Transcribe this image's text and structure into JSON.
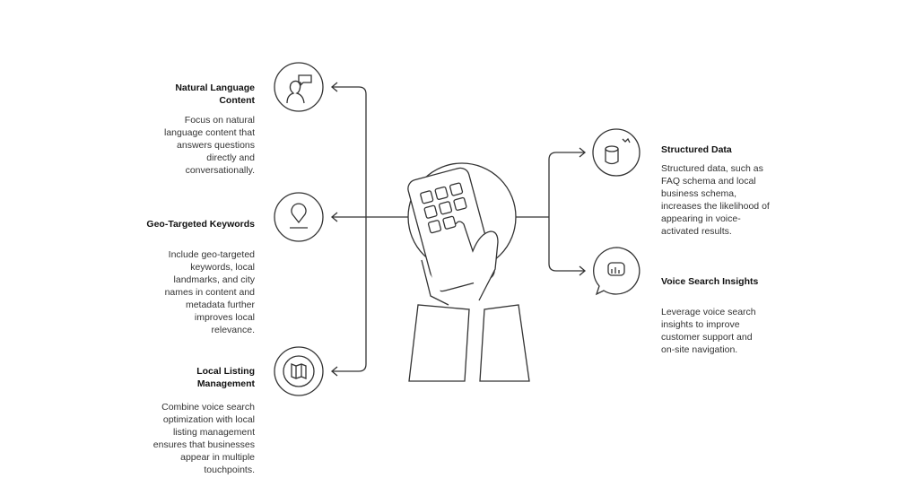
{
  "left": [
    {
      "title": "Natural Language Content",
      "body": "Focus on natural language content that answers questions directly and conversationally.",
      "icon": "person-speech-icon"
    },
    {
      "title": "Geo-Targeted Keywords",
      "body": "Include geo-targeted keywords, local landmarks, and city names in content and metadata further improves local relevance.",
      "icon": "location-pin-icon"
    },
    {
      "title": "Local Listing Management",
      "body": "Combine voice search optimization with local listing management ensures that businesses appear in multiple touchpoints.",
      "icon": "map-icon"
    }
  ],
  "right": [
    {
      "title": "Structured Data",
      "body": "Structured data, such as FAQ schema and local business schema, increases the likelihood of appearing in voice-activated results.",
      "icon": "database-icon"
    },
    {
      "title": "Voice Search Insights",
      "body": "Leverage voice search insights to improve customer support and on-site navigation.",
      "icon": "chart-bubble-icon"
    }
  ],
  "center_icon": "hands-tablet-icon",
  "colors": {
    "line": "#333333",
    "text": "#222222"
  }
}
